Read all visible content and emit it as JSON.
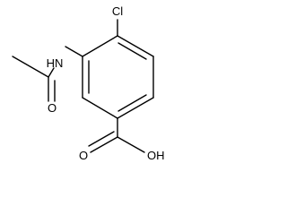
{
  "molecule": {
    "labels": {
      "chlorine": "Cl",
      "amide_nh": "HN",
      "carbonyl_o": "O",
      "hydroxyl": "OH"
    },
    "line_color": "#000000",
    "background": "#ffffff"
  }
}
